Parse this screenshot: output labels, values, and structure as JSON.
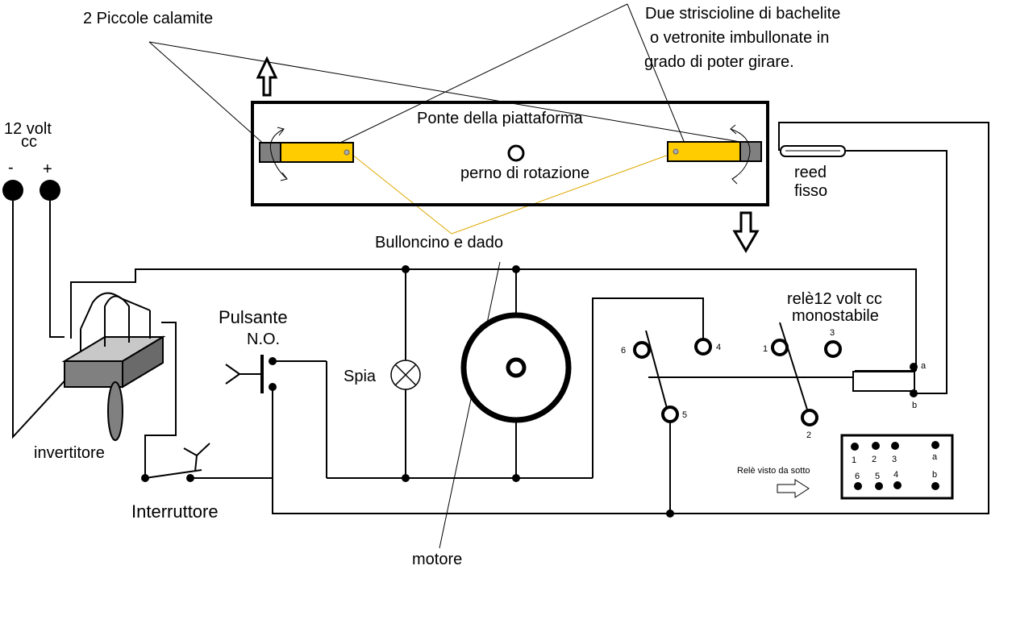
{
  "labels": {
    "magnets": "2 Piccole calamite",
    "strips_line1": "Due striscioline di bachelite",
    "strips_line2": "o vetronite imbullonate in",
    "strips_line3": "grado di poter girare.",
    "platform": "Ponte della piattaforma",
    "pivot": "perno di rotazione",
    "reed_line1": "reed",
    "reed_line2": "fisso",
    "bolt": "Bulloncino e dado",
    "volt_line1": "12 volt",
    "volt_line2": "cc",
    "minus": "-",
    "plus": "+",
    "inverter": "invertitore",
    "button_line1": "Pulsante",
    "button_line2": "N.O.",
    "lamp": "Spia",
    "switch": "Interruttore",
    "motor": "motore",
    "relay_line1": "relè12 volt cc",
    "relay_line2": "monostabile",
    "relay_bottom_view": "Relè visto da sotto"
  },
  "relay_terminals": {
    "t6": "6",
    "t4": "4",
    "t1": "1",
    "t3": "3",
    "t5": "5",
    "t2": "2",
    "ta": "a",
    "tb": "b"
  },
  "relay_bottom_pins": {
    "p1": "1",
    "p2": "2",
    "p3": "3",
    "pa": "a",
    "p6": "6",
    "p5": "5",
    "p4": "4",
    "pb": "b"
  },
  "colors": {
    "wire": "#000000",
    "strip": "#ffcc00",
    "magnet": "#808080",
    "inverter_top": "#c8c8c8",
    "inverter_side": "#808080",
    "leader_orange": "#e0a800"
  }
}
